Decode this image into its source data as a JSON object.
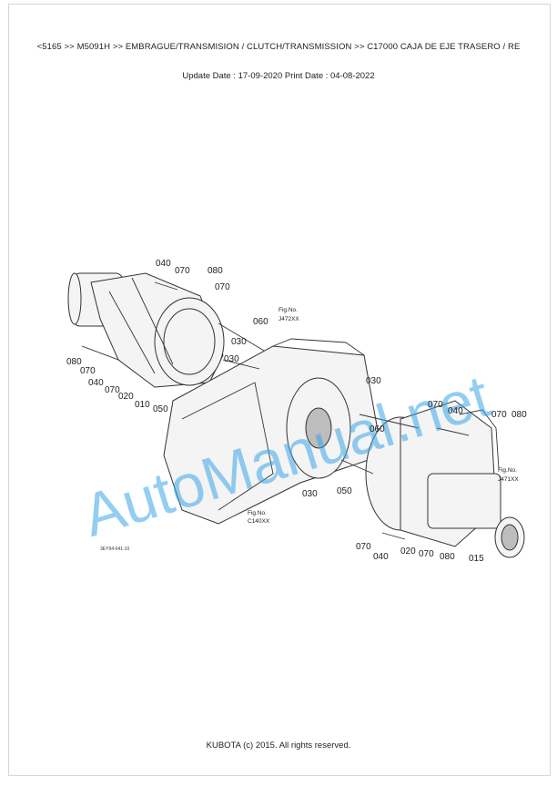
{
  "header": {
    "breadcrumb": "<5165 >> M5091H >> EMBRAGUE/TRANSMISION / CLUTCH/TRANSMISSION >> C17000   CAJA DE EJE TRASERO / RE",
    "dates": "Update Date : 17-09-2020   Print Date : 04-08-2022"
  },
  "diagram": {
    "code": "3EY94-041-10",
    "watermark": "AutoManual.net",
    "refs": [
      {
        "line1": "Fig.No.",
        "line2": "J472XX"
      },
      {
        "line1": "Fig.No.",
        "line2": "J471XX"
      },
      {
        "line1": "Fig.No.",
        "line2": "C140XX"
      }
    ],
    "callouts": [
      "040",
      "070",
      "080",
      "070",
      "060",
      "030",
      "080",
      "070",
      "040",
      "070",
      "020",
      "030",
      "010",
      "050",
      "030",
      "060",
      "030",
      "050",
      "070",
      "040",
      "070",
      "080",
      "070",
      "040",
      "020",
      "070",
      "080",
      "015"
    ]
  },
  "footer": {
    "copyright": "KUBOTA (c) 2015. All rights reserved."
  }
}
